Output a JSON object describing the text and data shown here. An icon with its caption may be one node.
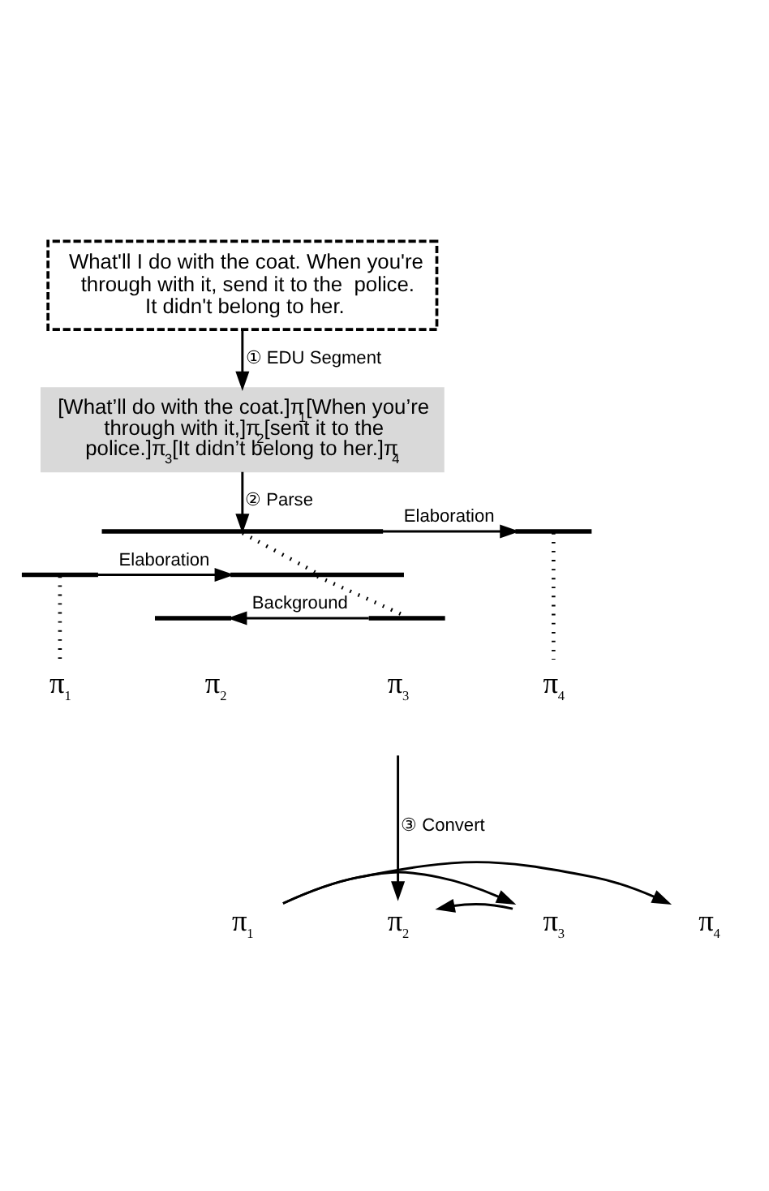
{
  "diagram": {
    "nodes": [
      {
        "text": [
          "What'll I do with the coat. When you're through with it, send it to the  police. It didn't belong to her."
        ]
      },
      {
        "text": [
          "[What’ll do with the coat.]π$_{1}$[When you’re through with it,]π$_{2}$[sent it to the police.]π$_{3}$[It didn’t belong to her.]π$_{4}$"
        ]
      },
      {
        "text": [],
        "shape": "bar"
      },
      {
        "text": [],
        "shape": "bar"
      },
      {
        "text": [],
        "shape": "bar"
      },
      {
        "text": [],
        "shape": "bar"
      },
      {
        "text": [],
        "shape": "bar"
      },
      {
        "text": [],
        "shape": "bar"
      },
      {
        "text": [
          "π$_{1}$"
        ]
      },
      {
        "text": [
          "π$_{2}$"
        ]
      },
      {
        "text": [
          "π$_{3}$"
        ]
      },
      {
        "text": [
          "π$_{4}$"
        ]
      },
      {
        "text": [
          "π$_{1}$"
        ]
      },
      {
        "text": [
          "π$_{2}$"
        ]
      },
      {
        "text": [
          "π$_{3}$"
        ]
      },
      {
        "text": [
          "π$_{4}$"
        ]
      }
    ],
    "edges": [
      {
        "from": 0,
        "to": 1,
        "arrow": "to",
        "label": "① EDU Segment"
      },
      {
        "from": 1,
        "to": 2,
        "arrow": "to",
        "label": "② Parse"
      },
      {
        "from": 2,
        "to": 3,
        "arrow": "to",
        "label": "Elaboration"
      },
      {
        "from": 2,
        "to": 5,
        "arrow": "none",
        "style": "dashed"
      },
      {
        "from": 4,
        "to": 5,
        "arrow": "to",
        "label": "Elaboration"
      },
      {
        "from": 5,
        "to": 7,
        "arrow": "none",
        "style": "dashed"
      },
      {
        "from": 7,
        "to": 6,
        "arrow": "to",
        "label": "Background"
      },
      {
        "from": 4,
        "to": 8,
        "arrow": "none",
        "style": "dashed"
      },
      {
        "from": 3,
        "to": 11,
        "arrow": "none",
        "style": "dashed"
      },
      {
        "from": null,
        "to": 13,
        "arrow": "to",
        "label": "③ Convert"
      },
      {
        "from": 12,
        "to": 15,
        "arrow": "to"
      },
      {
        "from": 12,
        "to": 14,
        "arrow": "to"
      },
      {
        "from": 14,
        "to": 13,
        "arrow": "to"
      }
    ]
  }
}
